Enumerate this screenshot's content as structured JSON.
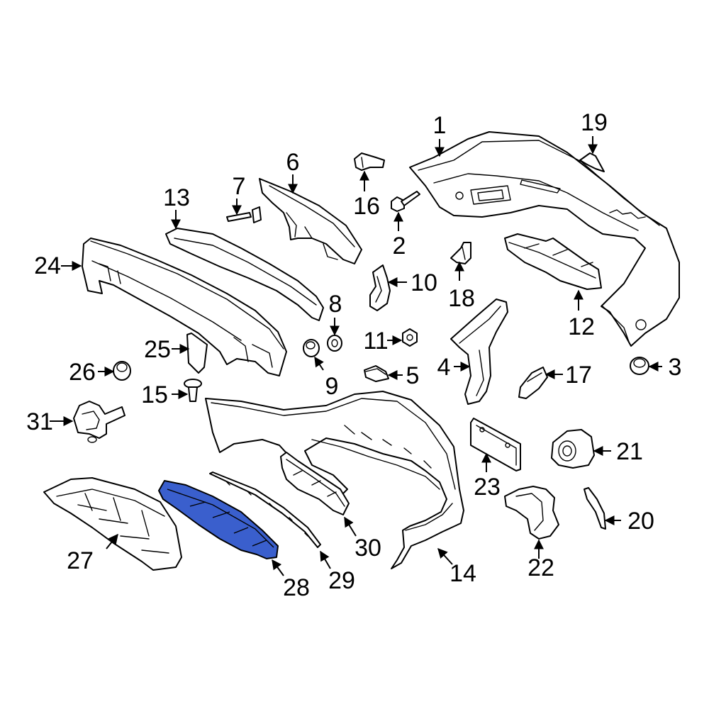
{
  "callouts": [
    {
      "id": "p1",
      "label": "1"
    },
    {
      "id": "p2",
      "label": "2"
    },
    {
      "id": "p3",
      "label": "3"
    },
    {
      "id": "p4",
      "label": "4"
    },
    {
      "id": "p5",
      "label": "5"
    },
    {
      "id": "p6",
      "label": "6"
    },
    {
      "id": "p7",
      "label": "7"
    },
    {
      "id": "p8",
      "label": "8"
    },
    {
      "id": "p9",
      "label": "9"
    },
    {
      "id": "p10",
      "label": "10"
    },
    {
      "id": "p11",
      "label": "11"
    },
    {
      "id": "p12",
      "label": "12"
    },
    {
      "id": "p13",
      "label": "13"
    },
    {
      "id": "p14",
      "label": "14"
    },
    {
      "id": "p15",
      "label": "15"
    },
    {
      "id": "p16",
      "label": "16"
    },
    {
      "id": "p17",
      "label": "17"
    },
    {
      "id": "p18",
      "label": "18"
    },
    {
      "id": "p19",
      "label": "19"
    },
    {
      "id": "p20",
      "label": "20"
    },
    {
      "id": "p21",
      "label": "21"
    },
    {
      "id": "p22",
      "label": "22"
    },
    {
      "id": "p23",
      "label": "23"
    },
    {
      "id": "p24",
      "label": "24"
    },
    {
      "id": "p25",
      "label": "25"
    },
    {
      "id": "p26",
      "label": "26"
    },
    {
      "id": "p27",
      "label": "27"
    },
    {
      "id": "p28",
      "label": "28"
    },
    {
      "id": "p29",
      "label": "29"
    },
    {
      "id": "p30",
      "label": "30"
    },
    {
      "id": "p31",
      "label": "31"
    }
  ],
  "highlighted_part": "28",
  "colors": {
    "highlight": "#3a5fcd",
    "line": "#000000",
    "background": "#ffffff"
  }
}
